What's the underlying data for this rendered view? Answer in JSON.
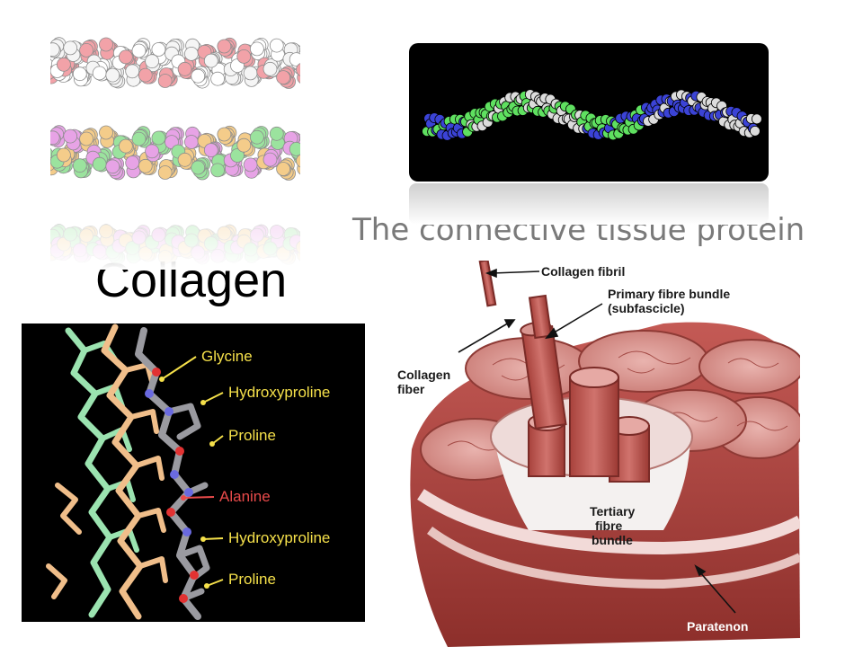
{
  "slide": {
    "title": "Collagen",
    "subtitle": "The connective tissue protein"
  },
  "residue_figure": {
    "labels": [
      {
        "text": "Glycine",
        "color": "#f5e04a"
      },
      {
        "text": "Hydroxyproline",
        "color": "#f5e04a"
      },
      {
        "text": "Proline",
        "color": "#f5e04a"
      },
      {
        "text": "Alanine",
        "color": "#e84a4a"
      },
      {
        "text": "Hydroxyproline",
        "color": "#f5e04a"
      },
      {
        "text": "Proline",
        "color": "#f5e04a"
      }
    ]
  },
  "tendon_figure": {
    "labels": {
      "collagen_fibril": "Collagen fibril",
      "primary_bundle_line1": "Primary fibre bundle",
      "primary_bundle_line2": "(subfascicle)",
      "collagen_fiber_line1": "Collagen",
      "collagen_fiber_line2": "fiber",
      "tertiary_line1": "Tertiary",
      "tertiary_line2": "fibre",
      "tertiary_line3": "bundle",
      "paratenon": "Paratenon"
    }
  },
  "colors": {
    "subtitle": "#7a7a7a",
    "helix_pink": "#f2a2a8",
    "helix_green": "#9be39e",
    "helix_tan": "#f4cc8a",
    "helix_violet": "#e7a3e6",
    "helix_blue": "#3b43d6",
    "tendon_red": "#c65a55"
  }
}
